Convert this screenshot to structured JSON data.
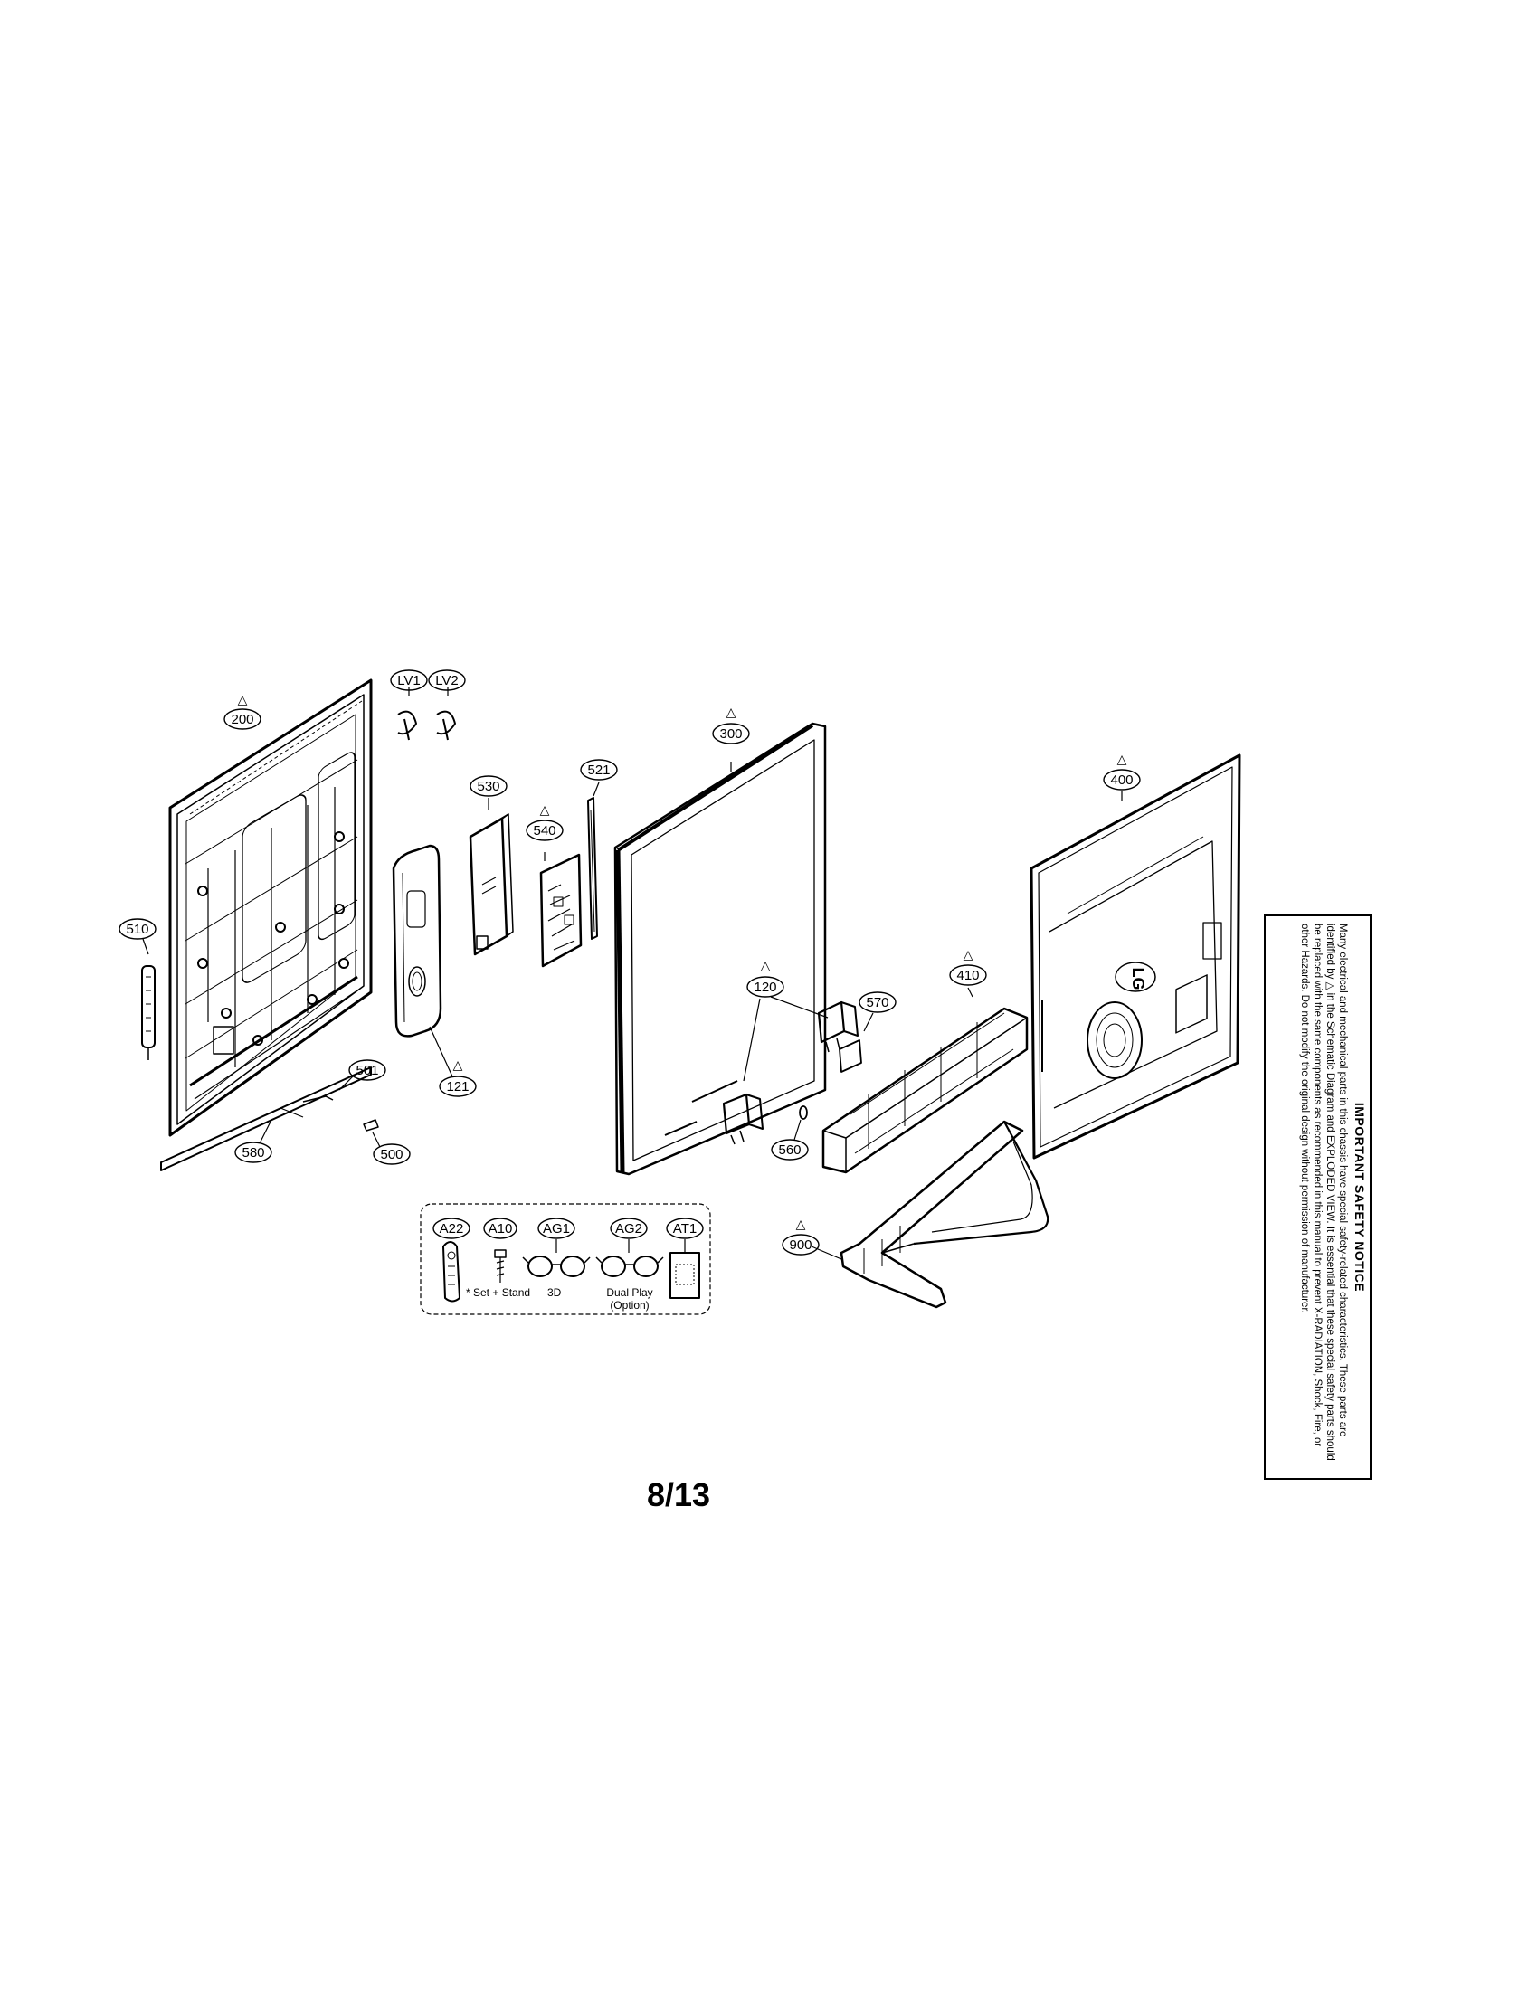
{
  "callouts": {
    "c200": "200",
    "c510": "510",
    "c580": "580",
    "c500": "500",
    "c501": "501",
    "c121": "121",
    "cLV1": "LV1",
    "cLV2": "LV2",
    "c530": "530",
    "c540": "540",
    "c521": "521",
    "c300": "300",
    "c120": "120",
    "c560": "560",
    "c570": "570",
    "c410": "410",
    "c400": "400",
    "c900": "900"
  },
  "accessories": {
    "A22": "A22",
    "A10": "A10",
    "AG1": "AG1",
    "AG2": "AG2",
    "AT1": "AT1",
    "set_stand": "* Set + Stand",
    "label_3d": "3D",
    "dual_play": "Dual Play",
    "option": "(Option)"
  },
  "warning_symbol": "△",
  "notice": {
    "title": "IMPORTANT SAFETY NOTICE",
    "body": "Many electrical and mechanical parts in this chassis have special safety-related characteristics. These parts are identified by △ in the Schematic Diagram and EXPLODED VIEW. It is essential that these special safety parts should be replaced with the same components as recommended in this manual to prevent X-RADIATION, Shock, Fire, or other Hazards. Do not modify the original design without permission of manufacturer."
  },
  "logo_text": "LG",
  "page_number": "8/13"
}
